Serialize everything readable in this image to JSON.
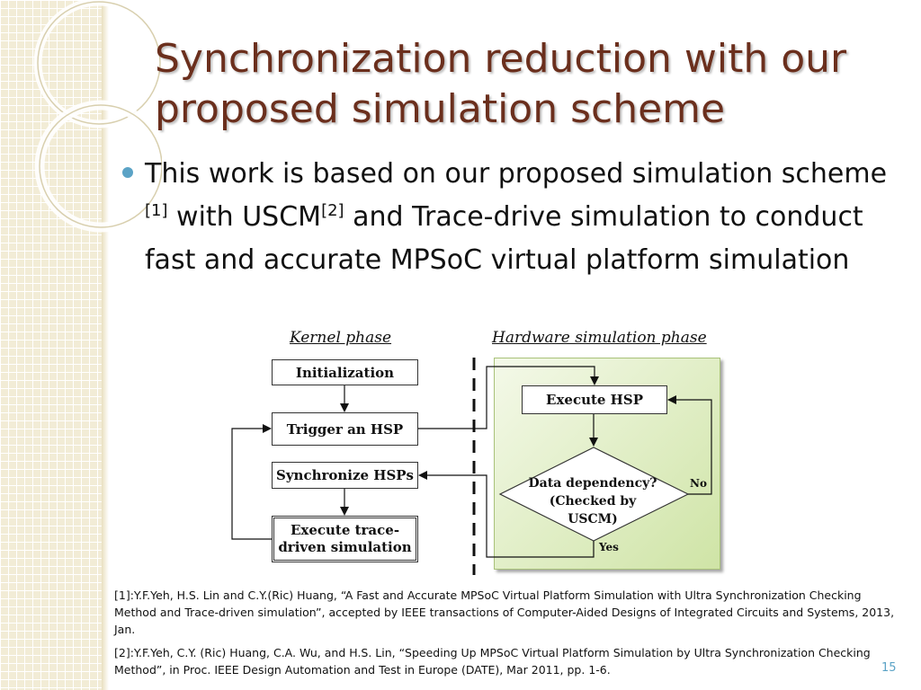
{
  "slide": {
    "title": "Synchronization reduction with our proposed simulation scheme",
    "bullet": {
      "part1": "This work is based on our proposed simulation scheme ",
      "ref1_mark": "[1]",
      "part2": " with USCM",
      "ref2_mark": "[2]",
      "part3": " and Trace-drive simulation to conduct fast and accurate MPSoC virtual platform simulation"
    },
    "page_number": "15",
    "accent_colors": {
      "title": "#6b2f1d",
      "bullet": "#5ba3c6",
      "panel": "#cfe4a6"
    }
  },
  "diagram": {
    "kernel_phase_label": "Kernel phase",
    "hardware_phase_label": "Hardware simulation phase",
    "initialization": "Initialization",
    "trigger_hsp": "Trigger an HSP",
    "synchronize_hsps": "Synchronize HSPs",
    "execute_trace_line1": "Execute trace-",
    "execute_trace_line2": "driven simulation",
    "execute_hsp": "Execute HSP",
    "decision_line1": "Data dependency?",
    "decision_line2": "(Checked by",
    "decision_line3": "USCM)",
    "no_label": "No",
    "yes_label": "Yes"
  },
  "references": {
    "ref1": "[1]:Y.F.Yeh,  H.S. Lin and C.Y.(Ric) Huang, “A Fast and Accurate MPSoC Virtual Platform Simulation with Ultra Synchronization Checking Method and Trace-driven simulation”, accepted by IEEE transactions of Computer-Aided Designs of Integrated Circuits and Systems, 2013, Jan.",
    "ref2": "[2]:Y.F.Yeh,  C.Y. (Ric) Huang, C.A.  Wu,  and H.S. Lin, “Speeding Up MPSoC Virtual Platform Simulation by Ultra Synchronization Checking Method”, in Proc. IEEE Design Automation and Test in Europe (DATE), Mar 2011, pp. 1-6."
  }
}
